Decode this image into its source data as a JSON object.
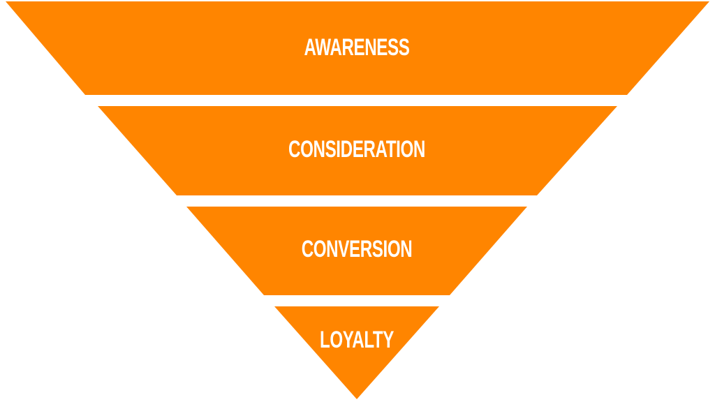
{
  "funnel": {
    "fill_color": "#FF8500",
    "label_color": "#FFFFFF",
    "stages": [
      {
        "label": "AWARENESS"
      },
      {
        "label": "CONSIDERATION"
      },
      {
        "label": "CONVERSION"
      },
      {
        "label": "LOYALTY"
      }
    ]
  }
}
